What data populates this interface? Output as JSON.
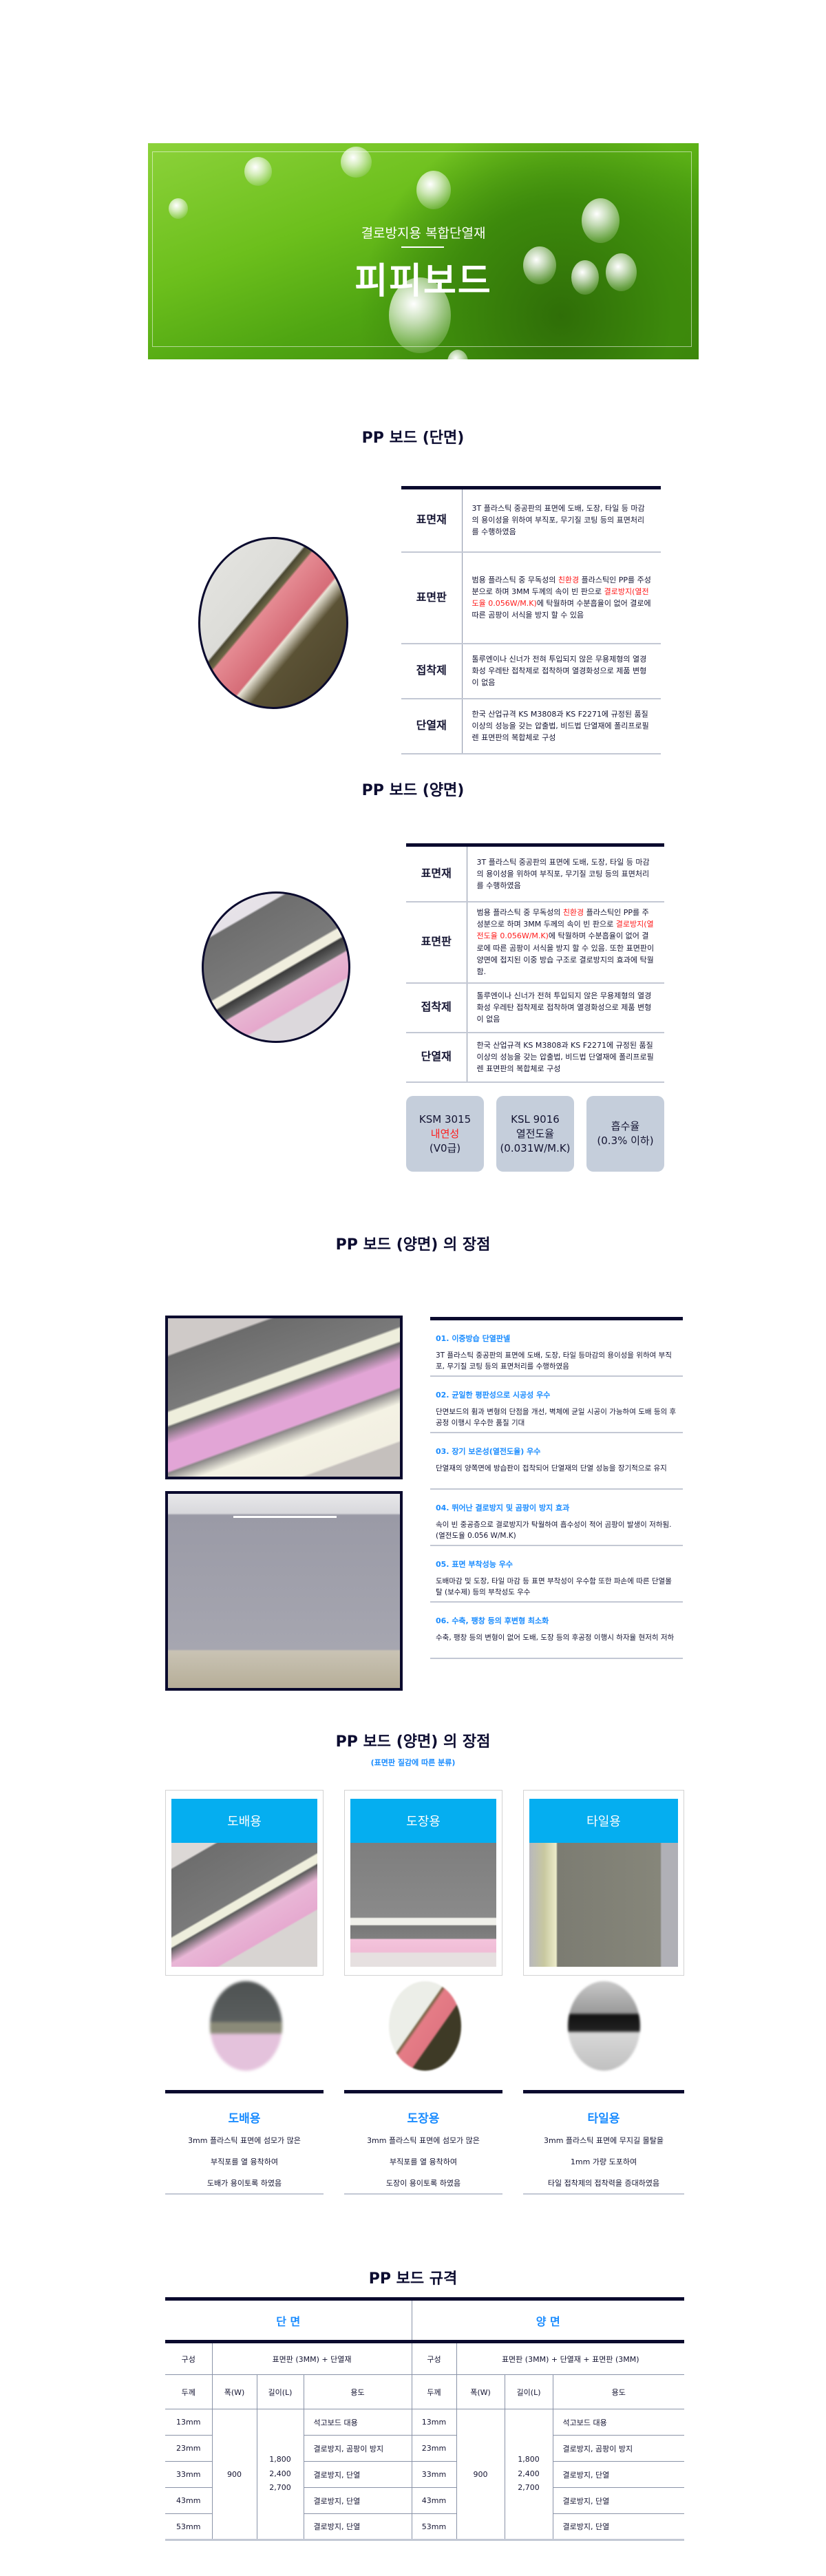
{
  "hero": {
    "subtitle": "결로방지용 복합단열재",
    "title": "피피보드"
  },
  "single": {
    "title": "PP 보드 (단면)",
    "rows": [
      {
        "key": "표면재",
        "text": "3T 플라스틱 중공판의 표면에 도배, 도장, 타일 등 마감의 용이성을 위하여 부직포, 무기질 코팅 등의 표면처리를 수행하였음"
      },
      {
        "key": "표면판",
        "pre": "범용 플라스틱 중 무독성의 ",
        "red1": "친환경",
        "mid": " 플라스틱인 PP를 주성분으로 하며 3MM 두께의 속이 빈 판으로 ",
        "red2": "결로방지(열전도율 0.056W/M.K)",
        "post": "에 탁월하며 수분흡율이 없어 결로에 따른 곰팡이 서식을 방지 할 수 있음"
      },
      {
        "key": "접착제",
        "text": "톨루엔이나 신너가 전혀 투입되지 않은 무용제형의 열경화성 우레탄 접착제로 접착하며 열경화성으로 제품 변형이 없음"
      },
      {
        "key": "단열재",
        "text": "한국 산업규격 KS M3808과 KS F2271에 규정된 품질 이상의 성능을 갖는 압출법, 비드법 단열재에 폴리프로필렌 표면판의 복합체로 구성"
      }
    ]
  },
  "double": {
    "title": "PP 보드 (양면)",
    "rows": [
      {
        "key": "표면재",
        "text": "3T 플라스틱 중공판의 표면에 도배, 도장, 타일 등 마감의 용이성을 위하여 부직포, 무기질 코팅 등의 표면처리를 수행하였음"
      },
      {
        "key": "표면판",
        "pre": "범용 플라스틱 중 무독성의 ",
        "red1": "친환경",
        "mid": " 플라스틱인 PP를 주성분으로 하며 3MM 두께의 속이 빈 판으로 ",
        "red2": "결로방지(열전도율 0.056W/M.K)",
        "post": "에 탁월하며 수분흡율이 없어 결로에 따른 곰팡이 서식을 방지 할 수 있음. 또한 표면판이 양면에 접지된 이중 방습 구조로 결로방지의 효과에 탁월함."
      },
      {
        "key": "접착제",
        "text": "톨루엔이나 신너가 전혀 투입되지 않은 무용제형의 열경화성 우레탄 접착제로 접착하며 열경화성으로 제품 변형이 없음"
      },
      {
        "key": "단열재",
        "text": "한국 산업규격 KS M3808과 KS F2271에 규정된 품질 이상의 성능을 갖는 압출법, 비드법 단열재에 폴리프로필렌 표면판의 복합체로 구성"
      }
    ],
    "badges": [
      {
        "l1": "KSM 3015",
        "l2": "내연성",
        "l3": "(V0급)"
      },
      {
        "l1": "KSL 9016",
        "l2": "열전도율",
        "l3": "(0.031W/M.K)"
      },
      {
        "l1": "흡수율",
        "l2": "(0.3% 이하)"
      }
    ]
  },
  "features": {
    "title": "PP 보드 (양면) 의 장점",
    "items": [
      {
        "title": "01. 이중방습 단열판넬",
        "text": "3T 플라스틱 중공판의 표면에 도배, 도장, 타일 등마감의 용이성을 위하여 부직포, 무기질 코팅 등의 표면처리를 수행하였음"
      },
      {
        "title": "02. 균일한 평판성으로 시공성 우수",
        "text": "단면보드의 휨과 변형의 단점을 개선, 벽체에 균일 시공이 가능하여 도배 등의 후공정 이행시 우수한 품질 기대"
      },
      {
        "title": "03. 장기 보온성(열전도율) 우수",
        "text": "단열재의 양쪽면에 방습판이 접착되어 단열재의 단열 성능을 장기적으로 유지"
      },
      {
        "title": "04. 뛰어난 결로방지 및 곰팡이 방지 효과",
        "text": "속이 빈 중공층으로 결로방지가 탁월하여 흡수성이 적어 곰팡이 발생이 저하됨. (열전도율 0.056 W/M.K)"
      },
      {
        "title": "05. 표면 부착성능 우수",
        "text": "도배마감 및 도장, 타일 마감 등 표면 부착성이 우수함 또한 파손에 따른 단열몰탈 (보수제) 등의 부착성도 우수"
      },
      {
        "title": "06. 수축, 팽창 등의 후변형 최소화",
        "text": "수축, 팽창 등의 변형이 없어 도배, 도장 등의 후공정 이행시 하자율 현저히 저하"
      }
    ]
  },
  "types": {
    "title": "PP 보드 (양면) 의 장점",
    "subtitle": "(표면판 질감에 따른 분류)",
    "cards": [
      {
        "label": "도배용",
        "lines": [
          "3mm 플라스틱 표면에 섬모가 많은",
          "부직포를 열 융착하여",
          "도배가 용이토록 하였음"
        ]
      },
      {
        "label": "도장용",
        "lines": [
          "3mm 플라스틱 표면에 섬모가 많은",
          "부직포를 열 융착하여",
          "도장이 용이토록 하였음"
        ]
      },
      {
        "label": "타일용",
        "lines": [
          "3mm 플라스틱 표면에 무지길 몰탈을",
          "1mm 가량 도포하여",
          "타일 접착제의 접착력을 증대하였음"
        ]
      }
    ]
  },
  "spec": {
    "title": "PP 보드 규격",
    "single": "단 면",
    "double": "양 면",
    "comp_label": "구성",
    "single_comp": "표면판 (3MM) + 단열재",
    "double_comp": "표면판 (3MM) + 단열재 + 표면판 (3MM)",
    "headers": [
      "두께",
      "폭(W)",
      "길이(L)",
      "용도"
    ],
    "width": "900",
    "lengths": [
      "1,800",
      "2,400",
      "2,700"
    ],
    "rows": [
      {
        "t": "13mm",
        "use": "석고보드 대용"
      },
      {
        "t": "23mm",
        "use": "결로방지, 곰팡이 방지"
      },
      {
        "t": "33mm",
        "use": "결로방지, 단열"
      },
      {
        "t": "43mm",
        "use": "결로방지, 단열"
      },
      {
        "t": "53mm",
        "use": "결로방지, 단열"
      }
    ]
  }
}
